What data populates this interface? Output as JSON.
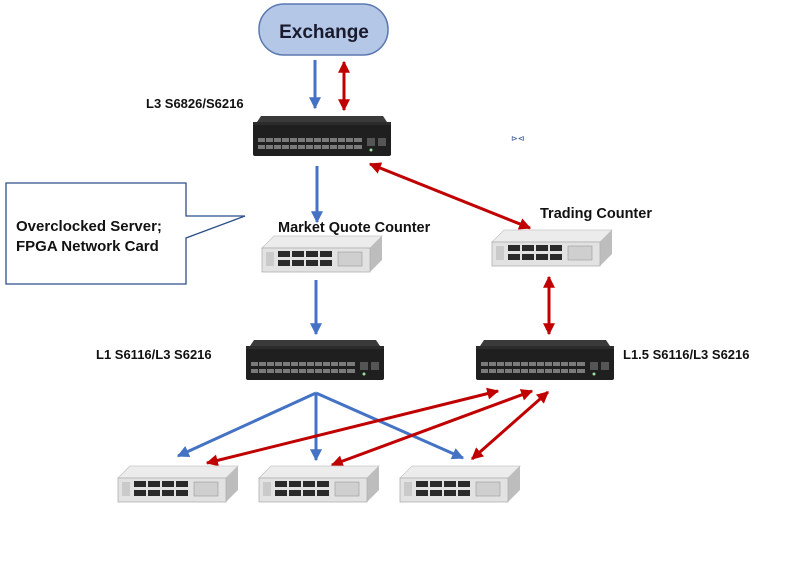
{
  "exchange": {
    "label": "Exchange"
  },
  "switches": {
    "l3": {
      "label": "L3 S6826/S6216"
    },
    "l1": {
      "label": "L1 S6116/L3  S6216"
    },
    "l15": {
      "label": "L1.5 S6116/L3   S6216"
    }
  },
  "servers": {
    "market_quote": {
      "label": "Market Quote Counter"
    },
    "trading": {
      "label": "Trading Counter"
    }
  },
  "callout": {
    "line1": "Overclocked Server;",
    "line2": "FPGA Network Card"
  },
  "colors": {
    "blue_arrow": "#4472c4",
    "red_arrow": "#c00000",
    "pill_fill": "#b4c7e7",
    "pill_stroke": "#5b79b0",
    "callout_stroke": "#2e4f8a"
  }
}
